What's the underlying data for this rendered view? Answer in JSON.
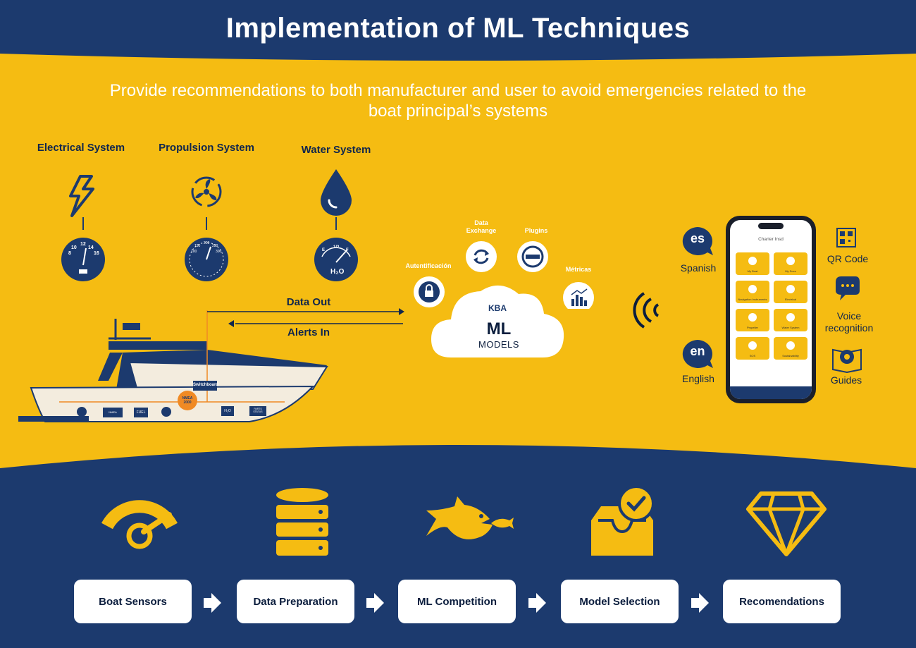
{
  "title": "Implementation of ML Techniques",
  "subtitle": "Provide recommendations to both manufacturer and user to avoid emergencies related to the boat principal’s systems",
  "systems": [
    {
      "label": "Electrical System",
      "icon": "lightning-icon",
      "gauge": {
        "ticks": [
          "8",
          "10",
          "12",
          "14",
          "16"
        ]
      }
    },
    {
      "label": "Propulsion System",
      "icon": "propeller-icon",
      "gauge": {
        "ticks": [
          "100",
          "150",
          "200",
          "250",
          "300"
        ]
      }
    },
    {
      "label": "Water System",
      "icon": "water-drop-icon",
      "gauge": {
        "ticks": [
          "E",
          "1/2",
          "F"
        ],
        "unit": "H₂O"
      }
    }
  ],
  "boat": {
    "switchboard": "Switchboard",
    "nmea": "NMEA 2000",
    "modules": [
      "NMEA",
      "FUEL",
      "H₂O",
      "PARTS STATUS"
    ]
  },
  "flows": {
    "data_out": "Data Out",
    "alerts_in": "Alerts In"
  },
  "cloud": {
    "brand": "KBA",
    "ml": "ML",
    "models": "MODELS"
  },
  "cloud_services": [
    {
      "label": "Autentificación",
      "icon": "lock-icon"
    },
    {
      "label": "Data Exchange",
      "icon": "sync-icon"
    },
    {
      "label": "Plugins",
      "icon": "plug-icon"
    },
    {
      "label": "Métricas",
      "icon": "bar-chart-icon"
    }
  ],
  "languages": [
    {
      "code": "es",
      "label": "Spanish"
    },
    {
      "code": "en",
      "label": "English"
    }
  ],
  "phone": {
    "title": "Charter Insd",
    "tiles": [
      "My Boat",
      "My Docs",
      "Navigation Instruments",
      "Electrical",
      "Propeller",
      "Water System",
      "SOS",
      "Sustainability"
    ]
  },
  "features": [
    {
      "label": "QR Code",
      "icon": "qr-code-icon"
    },
    {
      "label": "Voice recognition",
      "icon": "chat-bubble-icon"
    },
    {
      "label": "Guides",
      "icon": "book-gear-icon"
    }
  ],
  "pipeline": [
    {
      "label": "Boat Sensors",
      "icon": "speedometer-icon"
    },
    {
      "label": "Data Preparation",
      "icon": "database-icon"
    },
    {
      "label": "ML Competition",
      "icon": "fish-icon"
    },
    {
      "label": "Model Selection",
      "icon": "inbox-check-icon"
    },
    {
      "label": "Recomendations",
      "icon": "diamond-icon"
    }
  ],
  "colors": {
    "navy": "#1c3a6e",
    "yellow": "#f5bc12",
    "white": "#ffffff",
    "orange": "#f08a24"
  }
}
